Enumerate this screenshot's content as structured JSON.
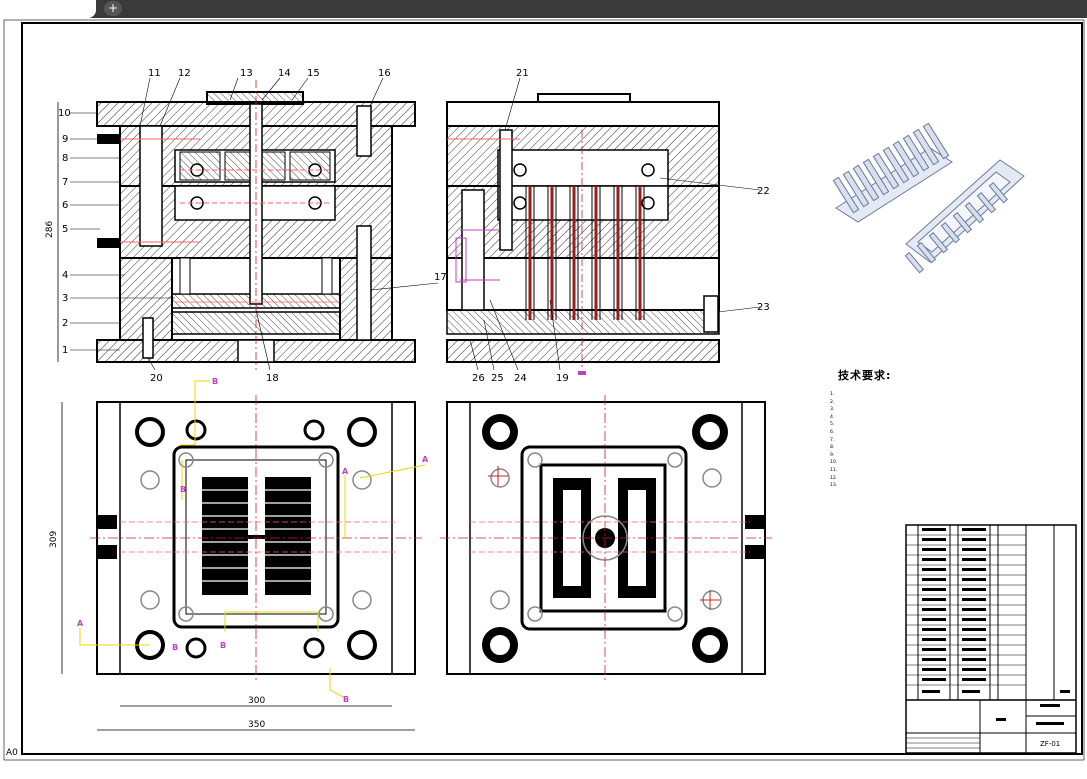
{
  "viewer": {
    "new_tab_symbol": "+"
  },
  "drawing": {
    "sheet_label": "A0",
    "part_numbers": [
      "1",
      "2",
      "3",
      "4",
      "5",
      "6",
      "7",
      "8",
      "9",
      "10",
      "11",
      "12",
      "13",
      "14",
      "15",
      "16",
      "17",
      "18",
      "20",
      "21",
      "22",
      "23",
      "24",
      "25",
      "26",
      "19"
    ],
    "dimensions": {
      "front_height": "286",
      "plan_height": "309",
      "plan_width_inner": "300",
      "plan_width_outer": "350"
    },
    "section_marks": [
      "B",
      "B",
      "B",
      "B",
      "A",
      "A",
      "A",
      "B"
    ],
    "technical_requirements_title": "技术要求:",
    "technical_requirements": [
      "1.",
      "2.",
      "3.",
      "4.",
      "5.",
      "6.",
      "7.",
      "8.",
      "9.",
      "10.",
      "11.",
      "12.",
      "13."
    ],
    "title_block": {
      "drawing_code": "ZF-01"
    }
  },
  "colors": {
    "line": "#000000",
    "hatch": "#000000",
    "center_line": "#d02020",
    "cooling": "#e8d800",
    "cooling_alt": "#c040c0",
    "runner": "#ff6060"
  }
}
